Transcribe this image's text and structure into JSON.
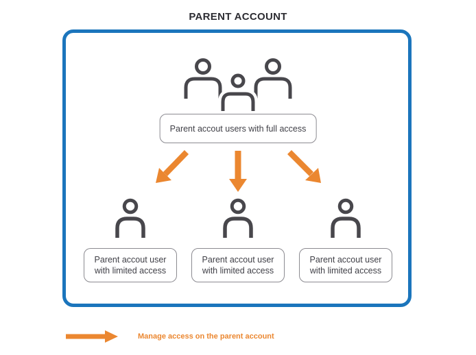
{
  "title": "PARENT ACCOUNT",
  "root_node": {
    "label": "Parent accout users with full access",
    "icon": "user-group-icon"
  },
  "child_nodes": [
    {
      "line1": "Parent accout user",
      "line2": "with limited access",
      "icon": "single-user-icon"
    },
    {
      "line1": "Parent accout user",
      "line2": "with limited access",
      "icon": "single-user-icon"
    },
    {
      "line1": "Parent accout user",
      "line2": "with limited access",
      "icon": "single-user-icon"
    }
  ],
  "legend": {
    "label": "Manage access on the parent account",
    "icon": "arrow-right-icon"
  },
  "colors": {
    "container_border": "#1B75BC",
    "arrow": "#EB8730",
    "icon": "#48474C",
    "node_border": "#8B8A90",
    "node_text": "#3F3F46",
    "title_text": "#2C2C32"
  }
}
